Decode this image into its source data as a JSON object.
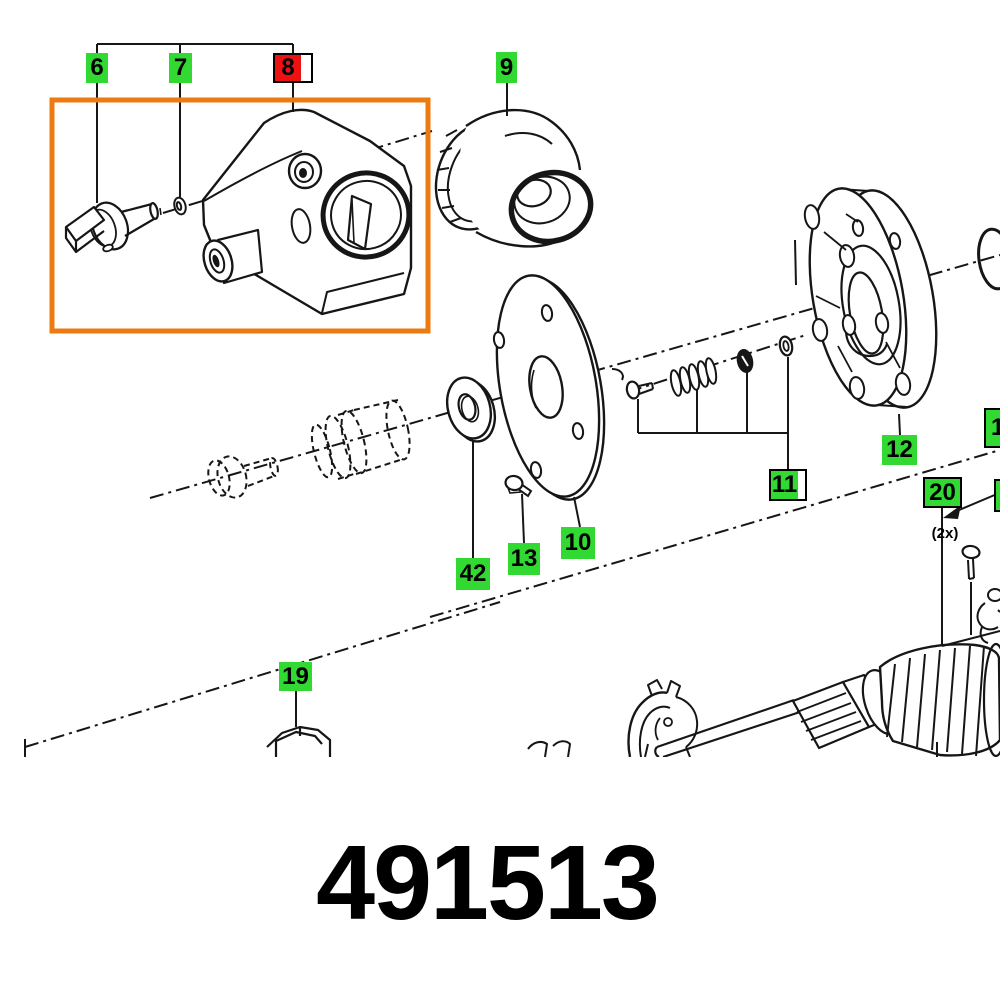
{
  "diagram": {
    "part_number": "491513",
    "quantity_note": "(2x)",
    "colors": {
      "label_green": "#32d932",
      "label_red": "#ee1111",
      "highlight_orange": "#ec7a10",
      "line": "#161616"
    },
    "highlighted_callout": "8",
    "callouts": [
      {
        "number": "6"
      },
      {
        "number": "7"
      },
      {
        "number": "8"
      },
      {
        "number": "9"
      },
      {
        "number": "10"
      },
      {
        "number": "11"
      },
      {
        "number": "12"
      },
      {
        "number": "13"
      },
      {
        "number": "19"
      },
      {
        "number": "20"
      },
      {
        "number": "42"
      },
      {
        "number": "1"
      },
      {
        "number": ""
      }
    ]
  }
}
